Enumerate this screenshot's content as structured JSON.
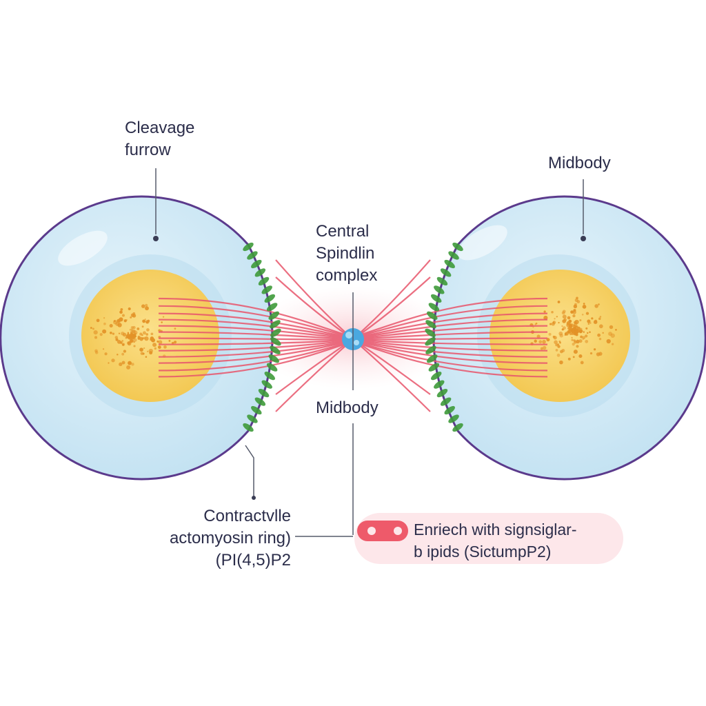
{
  "labels": {
    "cleavage_furrow": [
      "Cleavage",
      "furrow"
    ],
    "midbody_top": "Midbody",
    "centralspindlin": [
      "Central",
      "Spindlin",
      "complex"
    ],
    "midbody_center": "Midbody",
    "contractile_ring": [
      "Contractvlle",
      "actomyosin ring)",
      "(PI(4,5)P2"
    ],
    "legend_text": [
      "Enriech with signsiglar-",
      "b ipids (SictumpP2)"
    ]
  },
  "colors": {
    "cytoplasm": "#cfe9f6",
    "membrane": "#5b3a8c",
    "nucleus": "#f8d36a",
    "chromatin": "#e89a2a",
    "spindle": "#e8566c",
    "actin_ring": "#3e9a3a",
    "midbody": "#4aa8e0",
    "legend_bg": "#fde7ea",
    "legend_swatch": "#ee5a6a"
  }
}
